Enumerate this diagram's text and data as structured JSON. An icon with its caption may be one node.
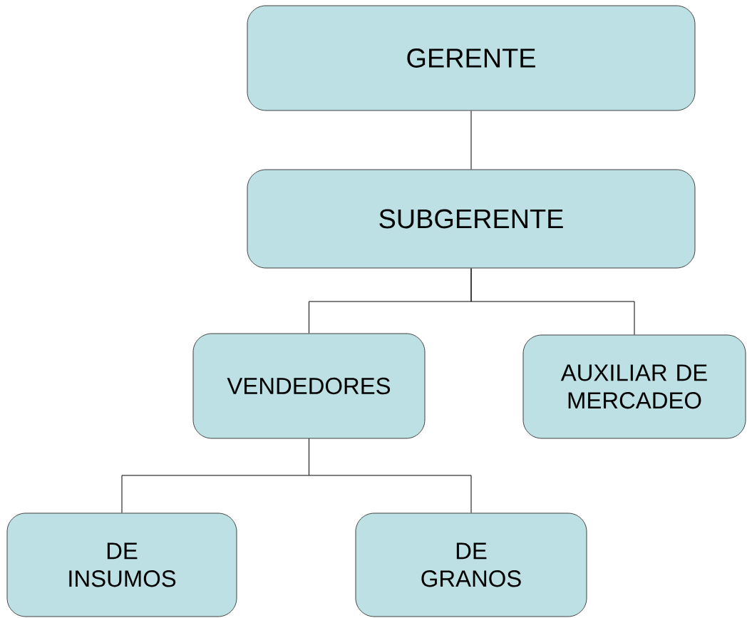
{
  "diagram": {
    "nodes": [
      {
        "text": [
          "GERENTE"
        ]
      },
      {
        "text": [
          "SUBGERENTE"
        ]
      },
      {
        "text": [
          "VENDEDORES"
        ]
      },
      {
        "text": [
          "AUXILIAR DE MERCADEO"
        ]
      },
      {
        "text": [
          "DE INSUMOS"
        ]
      },
      {
        "text": [
          "DE GRANOS"
        ]
      }
    ],
    "edges": [
      {
        "from": 0,
        "to": 1,
        "arrow": "none"
      },
      {
        "from": 1,
        "to": 2,
        "arrow": "none"
      },
      {
        "from": 1,
        "to": 3,
        "arrow": "none"
      },
      {
        "from": 2,
        "to": 4,
        "arrow": "none"
      },
      {
        "from": 2,
        "to": 5,
        "arrow": "none"
      }
    ]
  }
}
